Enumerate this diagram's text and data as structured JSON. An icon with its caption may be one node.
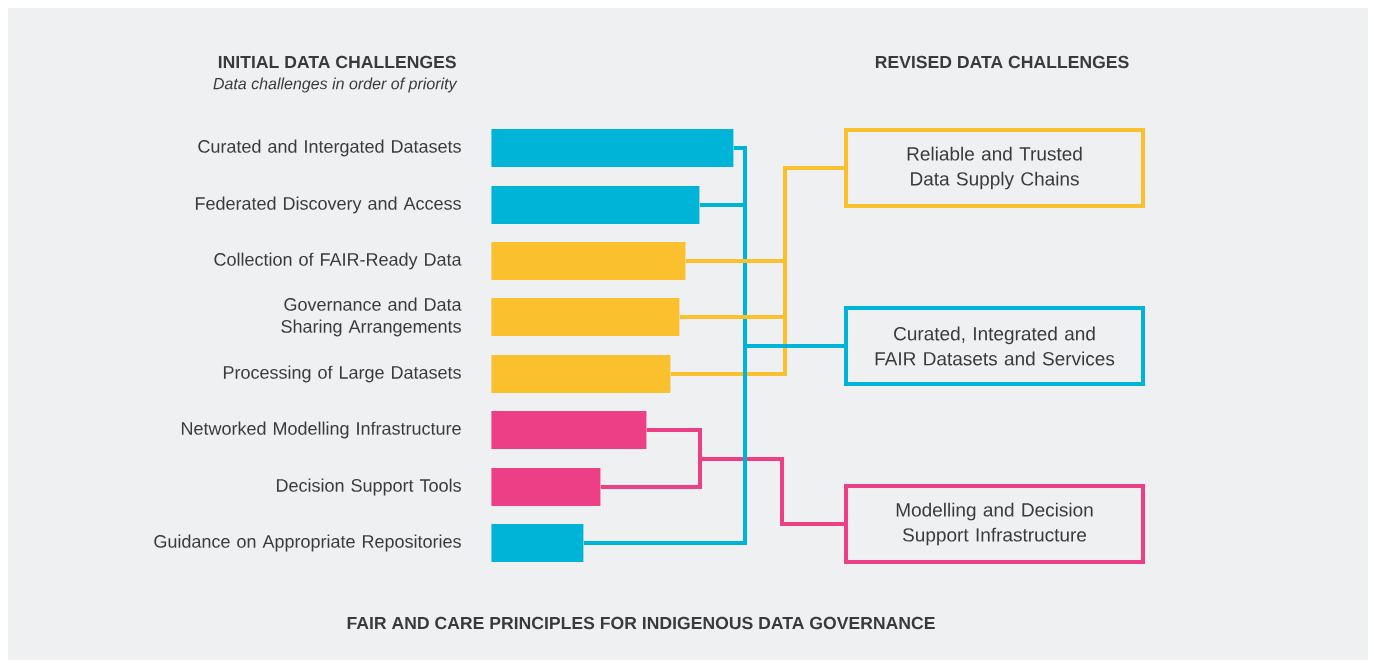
{
  "diagram": {
    "nodes": [
      {
        "text": [],
        "shape": "bar",
        "beside": [
          "Curated and Intergated Datasets"
        ]
      },
      {
        "text": [],
        "shape": "bar",
        "beside": [
          "Federated Discovery and Access"
        ]
      },
      {
        "text": [],
        "shape": "bar",
        "beside": [
          "Collection of FAIR-Ready Data"
        ]
      },
      {
        "text": [],
        "shape": "bar",
        "beside": [
          "Governance and Data Sharing Arrangements"
        ]
      },
      {
        "text": [],
        "shape": "bar",
        "beside": [
          "Processing of Large Datasets"
        ]
      },
      {
        "text": [],
        "shape": "bar",
        "beside": [
          "Networked Modelling Infrastructure"
        ]
      },
      {
        "text": [],
        "shape": "bar",
        "beside": [
          "Decision Support Tools"
        ]
      },
      {
        "text": [],
        "shape": "bar",
        "beside": [
          "Guidance on Appropriate Repositories"
        ]
      },
      {
        "text": [
          "Reliable and Trusted Data Supply Chains"
        ]
      },
      {
        "text": [
          "Curated, Integrated and FAIR Datasets and Services"
        ]
      },
      {
        "text": [
          "Modelling and Decision Support Infrastructure"
        ]
      }
    ],
    "edges": [
      {
        "from": 0,
        "to": 9,
        "arrow": "none",
        "color": "#00b4d8"
      },
      {
        "from": 1,
        "to": 9,
        "arrow": "none",
        "color": "#00b4d8"
      },
      {
        "from": 2,
        "to": 8,
        "arrow": "none",
        "color": "#fbc02d"
      },
      {
        "from": 3,
        "to": 8,
        "arrow": "none",
        "color": "#fbc02d"
      },
      {
        "from": 4,
        "to": 8,
        "arrow": "none",
        "color": "#fbc02d"
      },
      {
        "from": 5,
        "to": 10,
        "arrow": "none",
        "color": "#ec3f86"
      },
      {
        "from": 6,
        "to": 10,
        "arrow": "none",
        "color": "#ec3f86"
      },
      {
        "from": 7,
        "to": 9,
        "arrow": "none",
        "color": "#00b4d8"
      }
    ],
    "labels": [
      "INITIAL DATA CHALLENGES",
      "Data challenges in order of priority",
      "REVISED DATA CHALLENGES",
      "FAIR AND CARE PRINCIPLES FOR INDIGENOUS DATA GOVERNANCE"
    ]
  }
}
